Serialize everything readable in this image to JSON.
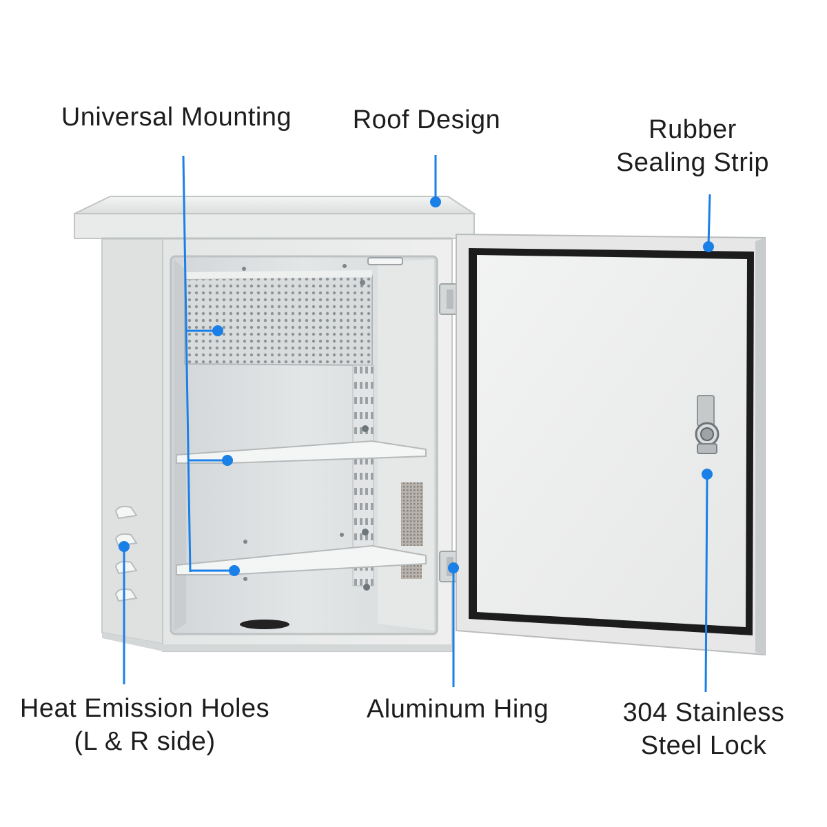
{
  "accent_color": "#1a7fe6",
  "callouts": {
    "universal_mounting": {
      "lines": [
        "Universal Mounting"
      ]
    },
    "roof_design": {
      "lines": [
        "Roof Design"
      ]
    },
    "rubber_sealing_strip": {
      "lines": [
        "Rubber",
        "Sealing Strip"
      ]
    },
    "heat_emission_holes": {
      "lines": [
        "Heat Emission Holes",
        "(L & R side)"
      ]
    },
    "aluminum_hing": {
      "lines": [
        "Aluminum Hing"
      ]
    },
    "stainless_steel_lock": {
      "lines": [
        "304 Stainless",
        "Steel Lock"
      ]
    }
  }
}
